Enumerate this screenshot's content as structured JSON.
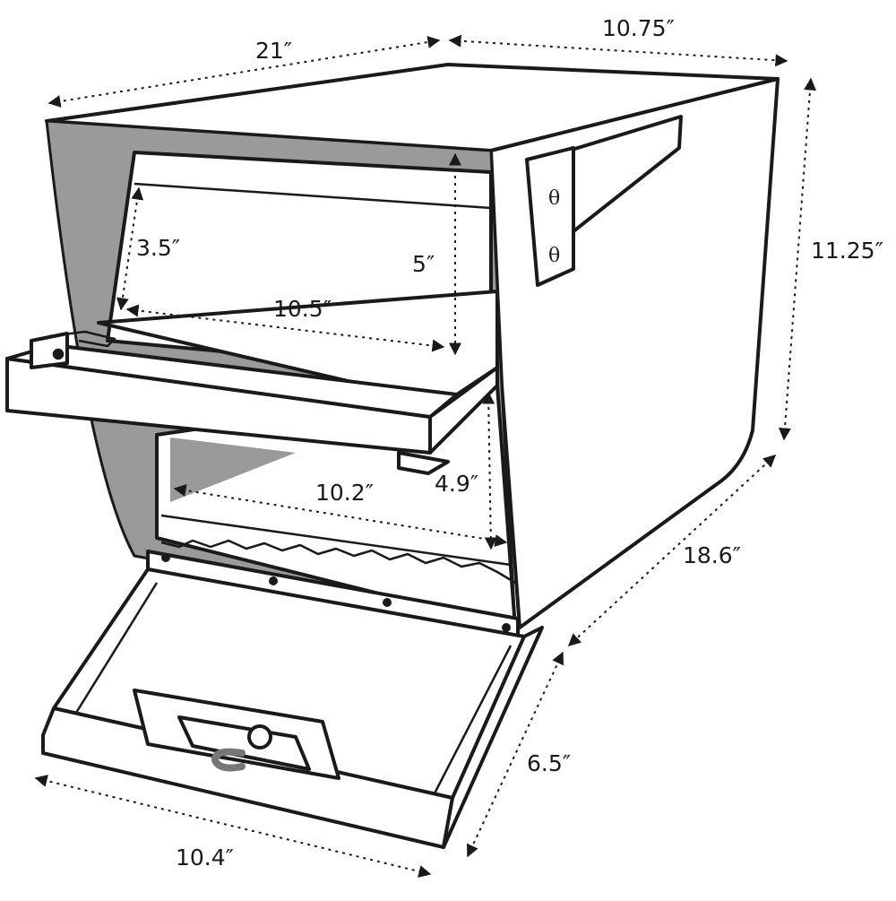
{
  "dimensions": {
    "width_total": "21″",
    "depth_top": "10.75″",
    "height_total": "11.25″",
    "length_side": "18.6″",
    "slot_height": "3.5″",
    "slot_depth": "5″",
    "slot_width": "10.5″",
    "lower_width": "10.2″",
    "lower_height": "4.9″",
    "door_depth": "6.5″",
    "base_width": "10.4″"
  },
  "bracket": {
    "screw_top": "θ",
    "screw_bottom": "θ"
  }
}
